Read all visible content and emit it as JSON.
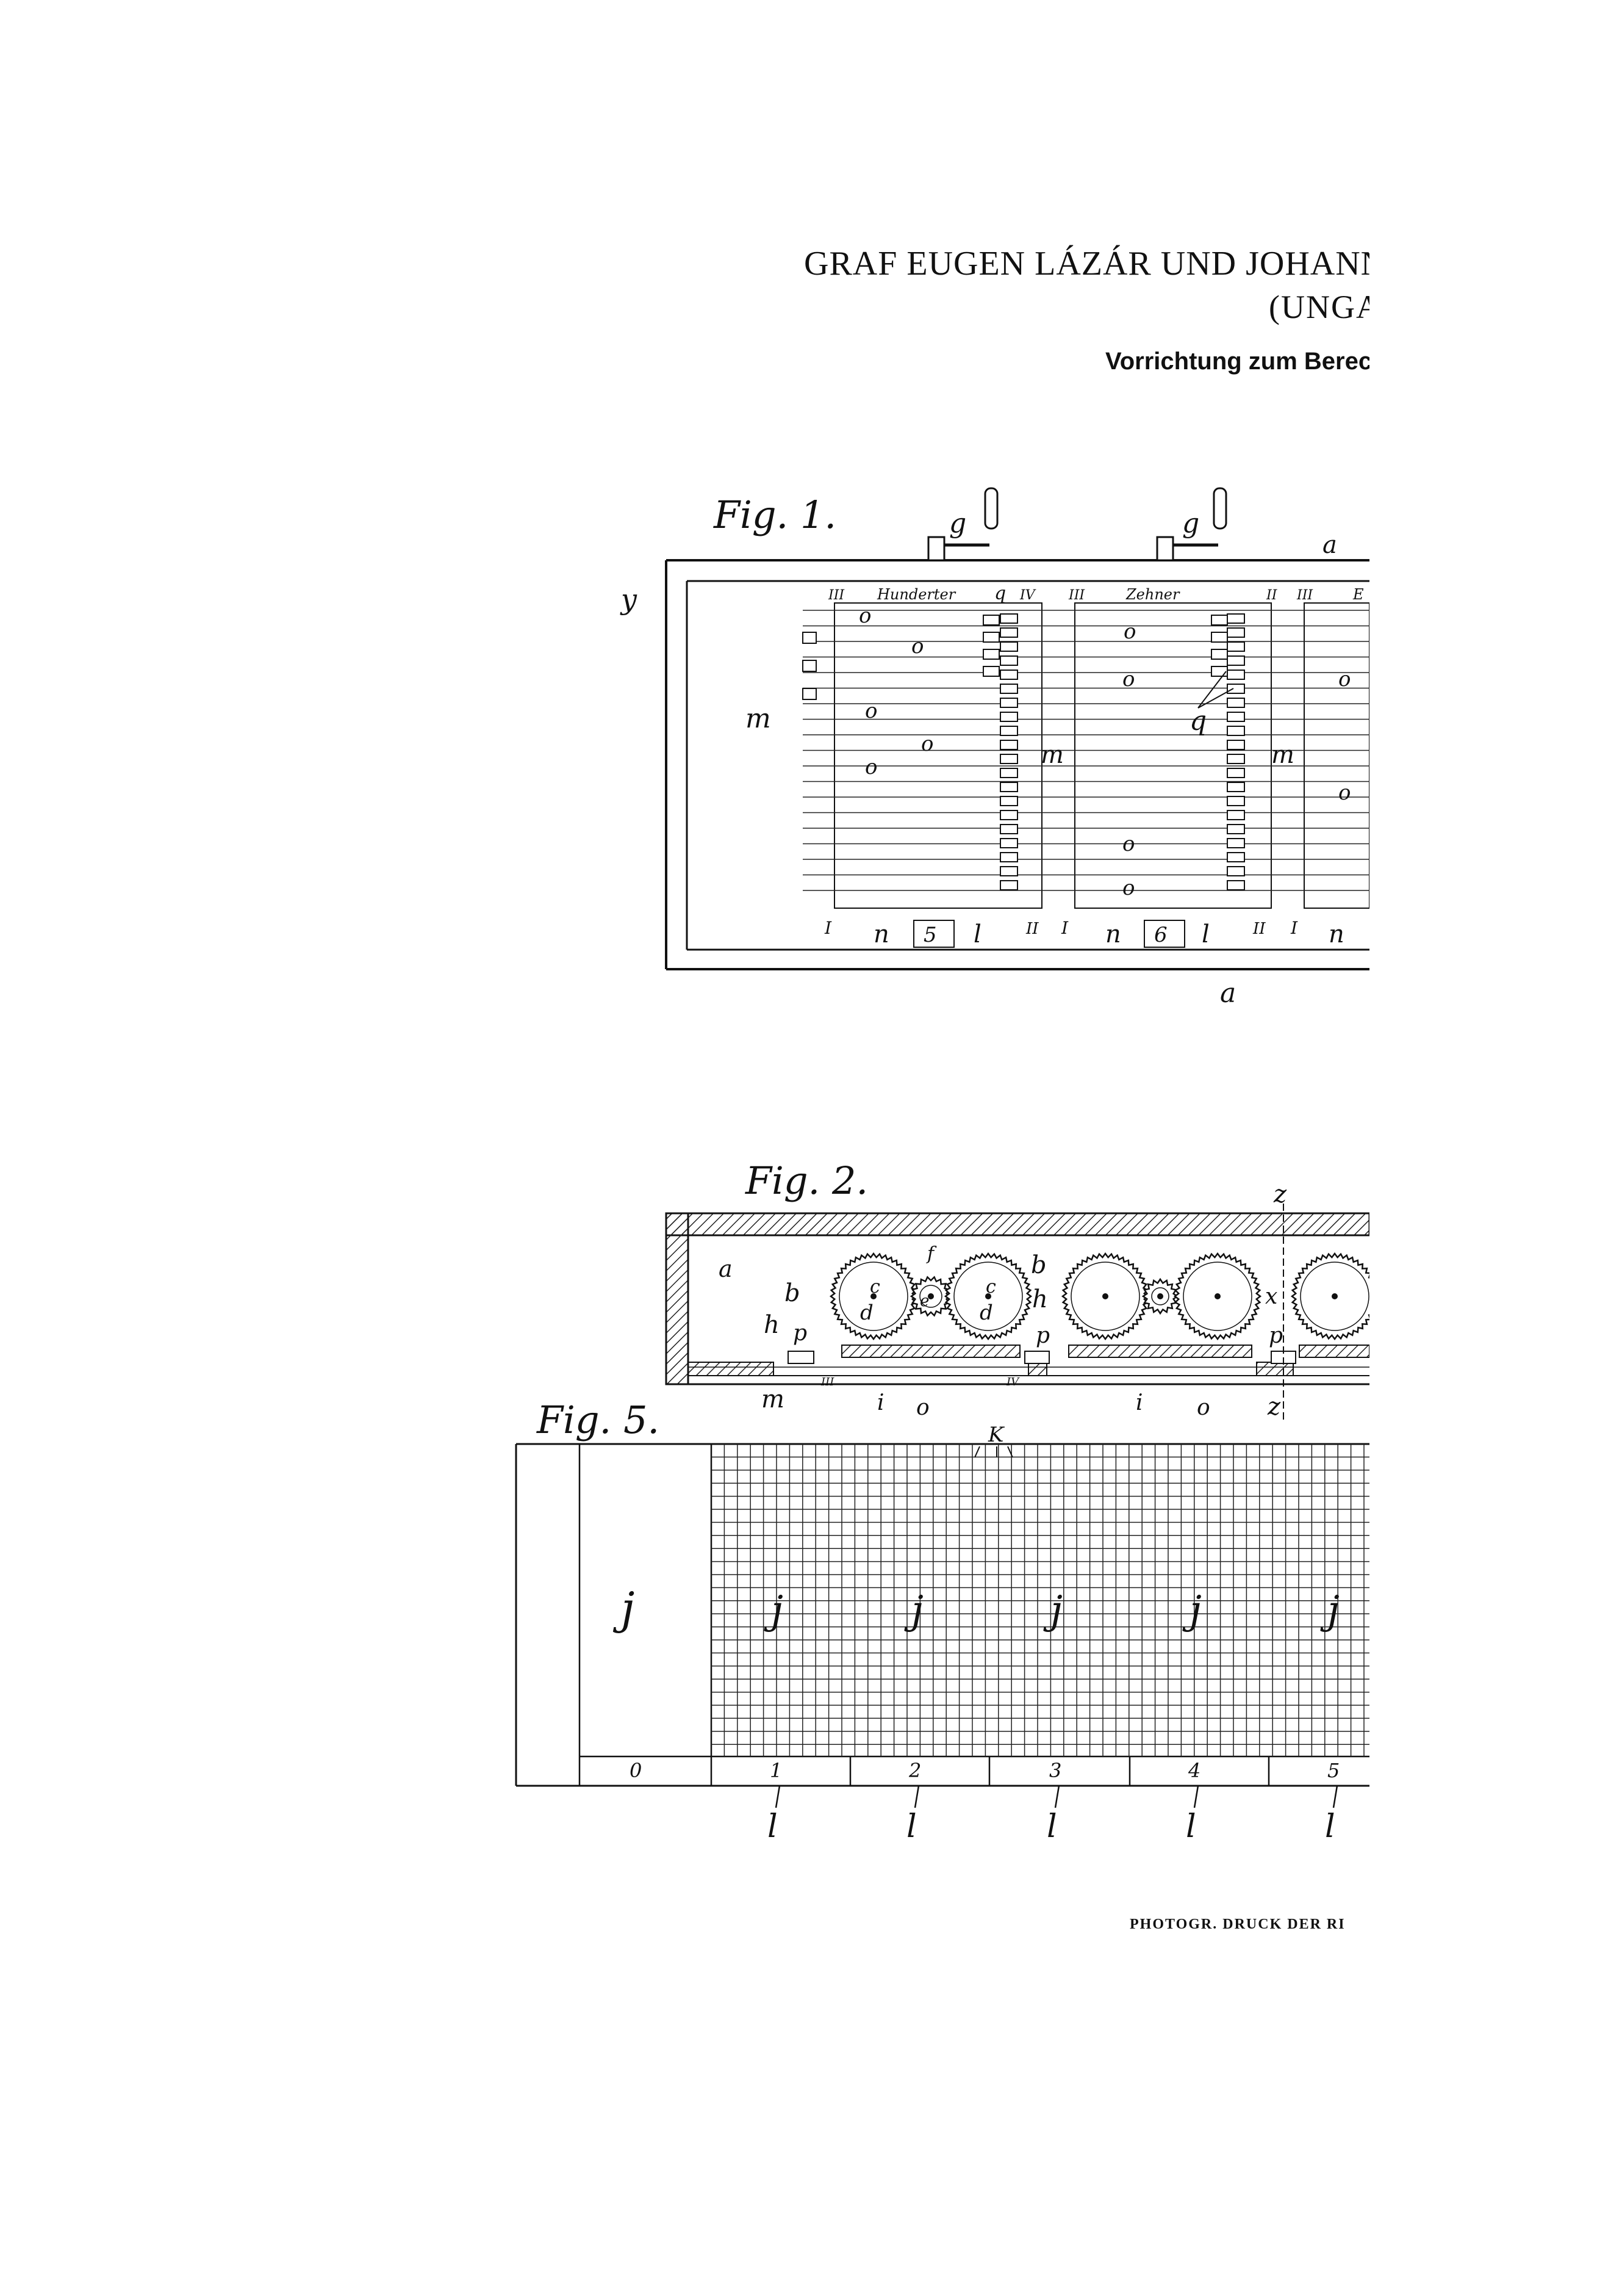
{
  "header": {
    "line1": "GRAF EUGEN LÁZÁR UND JOHANN T",
    "line2": "(UNGARN",
    "line3": "Vorrichtung zum Berech"
  },
  "footer": "PHOTOGR. DRUCK DER RI",
  "fig1": {
    "title": "Fig. 1.",
    "top_labels": [
      "g",
      "g",
      "a"
    ],
    "side_labels": [
      "y",
      "m",
      "m",
      "m"
    ],
    "column_headers": [
      "III",
      "Hunderter",
      "q",
      "IV",
      "III",
      "Zehner",
      "II",
      "III",
      "E"
    ],
    "bottom_labels": [
      "I",
      "n",
      "l",
      "II",
      "I",
      "n",
      "l",
      "II",
      "I",
      "n"
    ],
    "counters": [
      "5",
      "6"
    ],
    "part_labels": [
      "o",
      "o",
      "o",
      "o",
      "o",
      "o",
      "o",
      "o",
      "o",
      "o",
      "o",
      "q"
    ],
    "bottom_a": "a"
  },
  "fig2": {
    "title": "Fig. 2.",
    "labels": [
      "a",
      "b",
      "c",
      "c",
      "d",
      "d",
      "e",
      "f",
      "b",
      "h",
      "h",
      "p",
      "p",
      "p",
      "x",
      "z",
      "z",
      "m",
      "i",
      "i",
      "o",
      "o",
      "III",
      "IV"
    ]
  },
  "fig5": {
    "title": "Fig. 5.",
    "k_label": "K",
    "j_labels": [
      "j",
      "j",
      "j",
      "j",
      "j",
      "j"
    ],
    "digits": [
      "0",
      "1",
      "2",
      "3",
      "4",
      "5"
    ],
    "l_labels": [
      "l",
      "l",
      "l",
      "l",
      "l"
    ]
  }
}
